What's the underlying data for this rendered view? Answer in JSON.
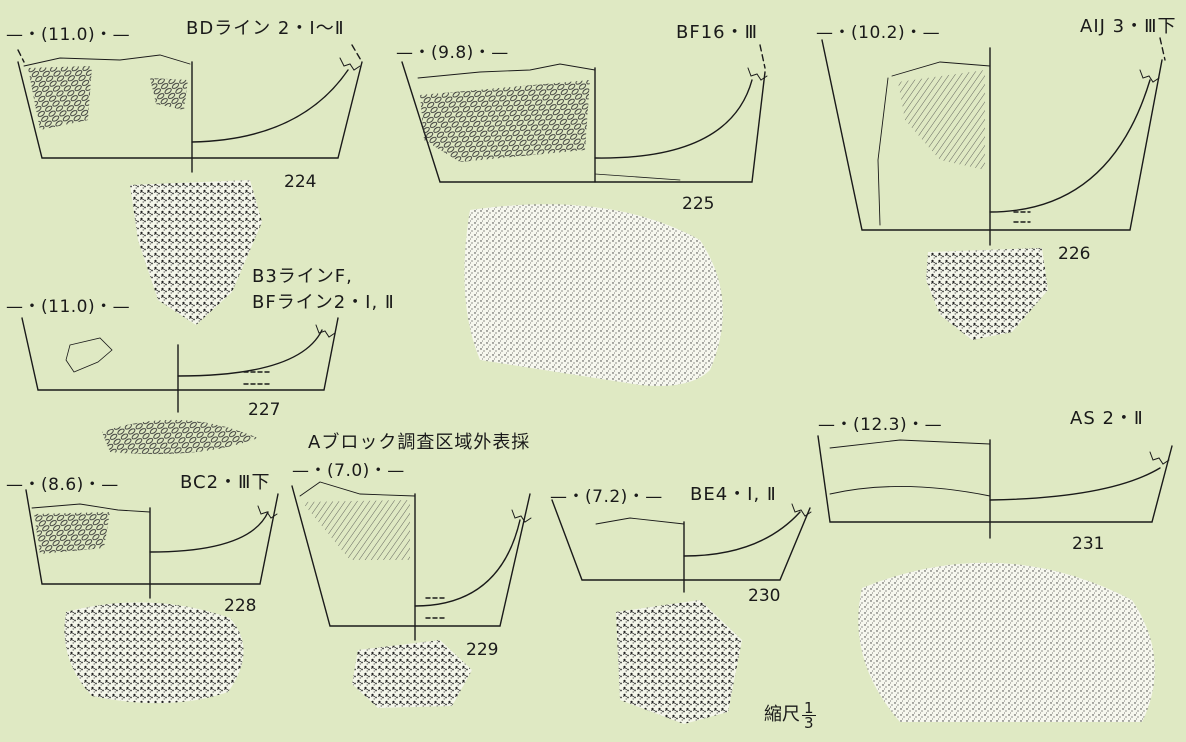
{
  "plate": {
    "scale_label": "縮尺",
    "scale_numerator": "1",
    "scale_denominator": "3"
  },
  "specimens": [
    {
      "number": "224",
      "diameter_label": "—・(11.0)・—",
      "provenance": "BDライン 2・I～Ⅱ"
    },
    {
      "number": "225",
      "diameter_label": "—・(9.8)・—",
      "provenance": "BF16・Ⅲ"
    },
    {
      "number": "226",
      "diameter_label": "—・(10.2)・—",
      "provenance": "AIJ 3・Ⅲ下"
    },
    {
      "number": "227",
      "diameter_label": "—・(11.0)・—",
      "provenance_line1": "B3ラインF,",
      "provenance_line2": "BFライン2・I, Ⅱ"
    },
    {
      "number": "228",
      "diameter_label": "—・(8.6)・—",
      "provenance": "BC2・Ⅲ下"
    },
    {
      "number": "229",
      "diameter_label": "—・(7.0)・—",
      "provenance": "Aブロック調査区域外表採"
    },
    {
      "number": "230",
      "diameter_label": "—・(7.2)・—",
      "provenance": "BE4・I, Ⅱ"
    },
    {
      "number": "231",
      "diameter_label": "—・(12.3)・—",
      "provenance": "AS 2・Ⅱ"
    }
  ],
  "colors": {
    "background": "#dfe9c3",
    "ink": "#1a1a1a",
    "texture": "#3a3a3a"
  }
}
